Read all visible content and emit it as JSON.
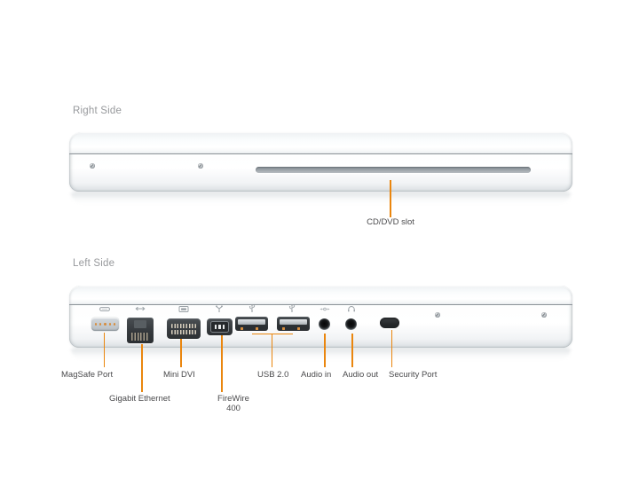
{
  "colors": {
    "leader_line": "#EA860E",
    "label_text": "#4B4B4D",
    "section_title_text": "#97999C",
    "magsafe_contact_orange": "#D78E3F"
  },
  "right_side": {
    "title": "Right Side",
    "callouts": [
      {
        "name": "cd-dvd-slot",
        "label": "CD/DVD slot"
      }
    ]
  },
  "left_side": {
    "title": "Left Side",
    "callouts": [
      {
        "name": "magsafe-port",
        "label": "MagSafe Port",
        "icon": "magsafe-icon"
      },
      {
        "name": "gigabit-ethernet-port",
        "label": "Gigabit Ethernet",
        "icon": "ethernet-arrows-icon"
      },
      {
        "name": "mini-dvi-port",
        "label": "Mini DVI",
        "icon": "display-icon"
      },
      {
        "name": "firewire-400-port",
        "label": "FireWire",
        "label_line2": "400",
        "icon": "firewire-y-icon"
      },
      {
        "name": "usb-2-ports",
        "label": "USB 2.0",
        "icon": "usb-trident-icon"
      },
      {
        "name": "audio-in-port",
        "label": "Audio in",
        "icon": "audio-in-icon"
      },
      {
        "name": "audio-out-port",
        "label": "Audio out",
        "icon": "headphones-icon"
      },
      {
        "name": "security-port",
        "label": "Security Port"
      }
    ]
  }
}
